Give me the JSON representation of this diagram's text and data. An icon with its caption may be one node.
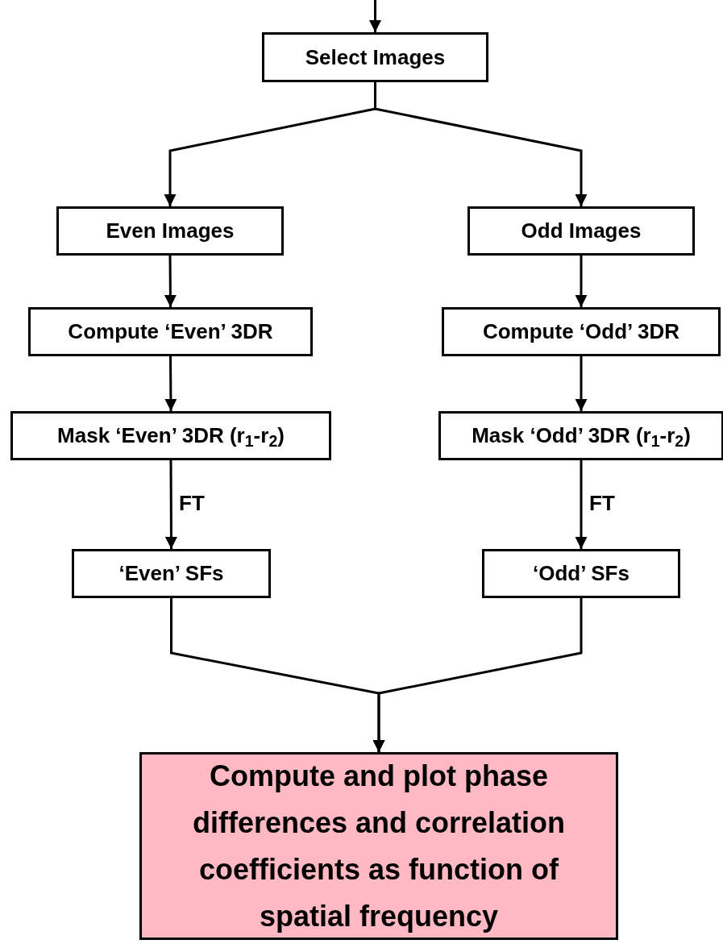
{
  "diagram": {
    "nodes": [
      {
        "text": [
          "Select Images"
        ]
      },
      {
        "text": [
          "Even Images"
        ]
      },
      {
        "text": [
          "Odd Images"
        ]
      },
      {
        "text": [
          "Compute ‘Even’ 3DR"
        ]
      },
      {
        "text": [
          "Compute ‘Odd’ 3DR"
        ]
      },
      {
        "text": [
          "Mask ‘Even’ 3DR (r$_{1}$-r$_{2}$)"
        ]
      },
      {
        "text": [
          "Mask ‘Odd’ 3DR (r$_{1}$-r$_{2}$)"
        ]
      },
      {
        "text": [
          "‘Even’ SFs"
        ]
      },
      {
        "text": [
          "‘Odd’ SFs"
        ]
      },
      {
        "text": [
          "Compute and plot phase differences and correlation coefficients as function of spatial frequency"
        ]
      }
    ],
    "edges": [
      {
        "from": null,
        "to": 0,
        "arrow": "to"
      },
      {
        "from": 0,
        "to": 1,
        "arrow": "to"
      },
      {
        "from": 0,
        "to": 2,
        "arrow": "to"
      },
      {
        "from": 1,
        "to": 3,
        "arrow": "to"
      },
      {
        "from": 2,
        "to": 4,
        "arrow": "to"
      },
      {
        "from": 3,
        "to": 5,
        "arrow": "to"
      },
      {
        "from": 4,
        "to": 6,
        "arrow": "to"
      },
      {
        "from": 5,
        "to": 7,
        "arrow": "to",
        "label": "FT"
      },
      {
        "from": 6,
        "to": 8,
        "arrow": "to",
        "label": "FT"
      },
      {
        "from": 7,
        "to": 9,
        "arrow": "to"
      },
      {
        "from": 8,
        "to": 9,
        "arrow": "to"
      }
    ]
  }
}
